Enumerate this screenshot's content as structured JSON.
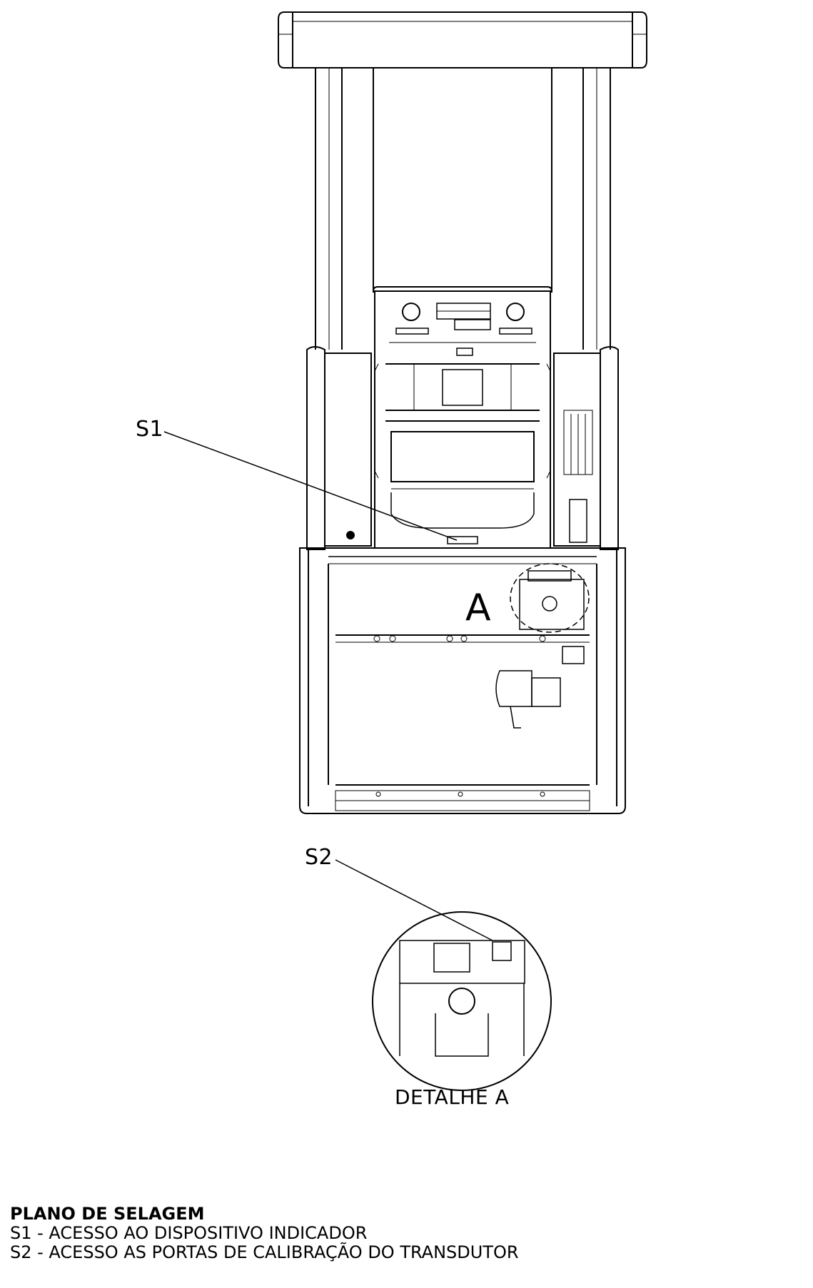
{
  "labels": {
    "s1": "S1",
    "s2": "S2",
    "detail_callout": "A",
    "detail_caption": "DETALHE A"
  },
  "legend": {
    "title": "PLANO DE SELAGEM",
    "items": [
      "S1 - ACESSO AO DISPOSITIVO INDICADOR",
      "S2 - ACESSO AS PORTAS DE CALIBRAÇÃO DO TRANSDUTOR"
    ]
  },
  "colors": {
    "line": "#000000",
    "background": "#ffffff"
  }
}
